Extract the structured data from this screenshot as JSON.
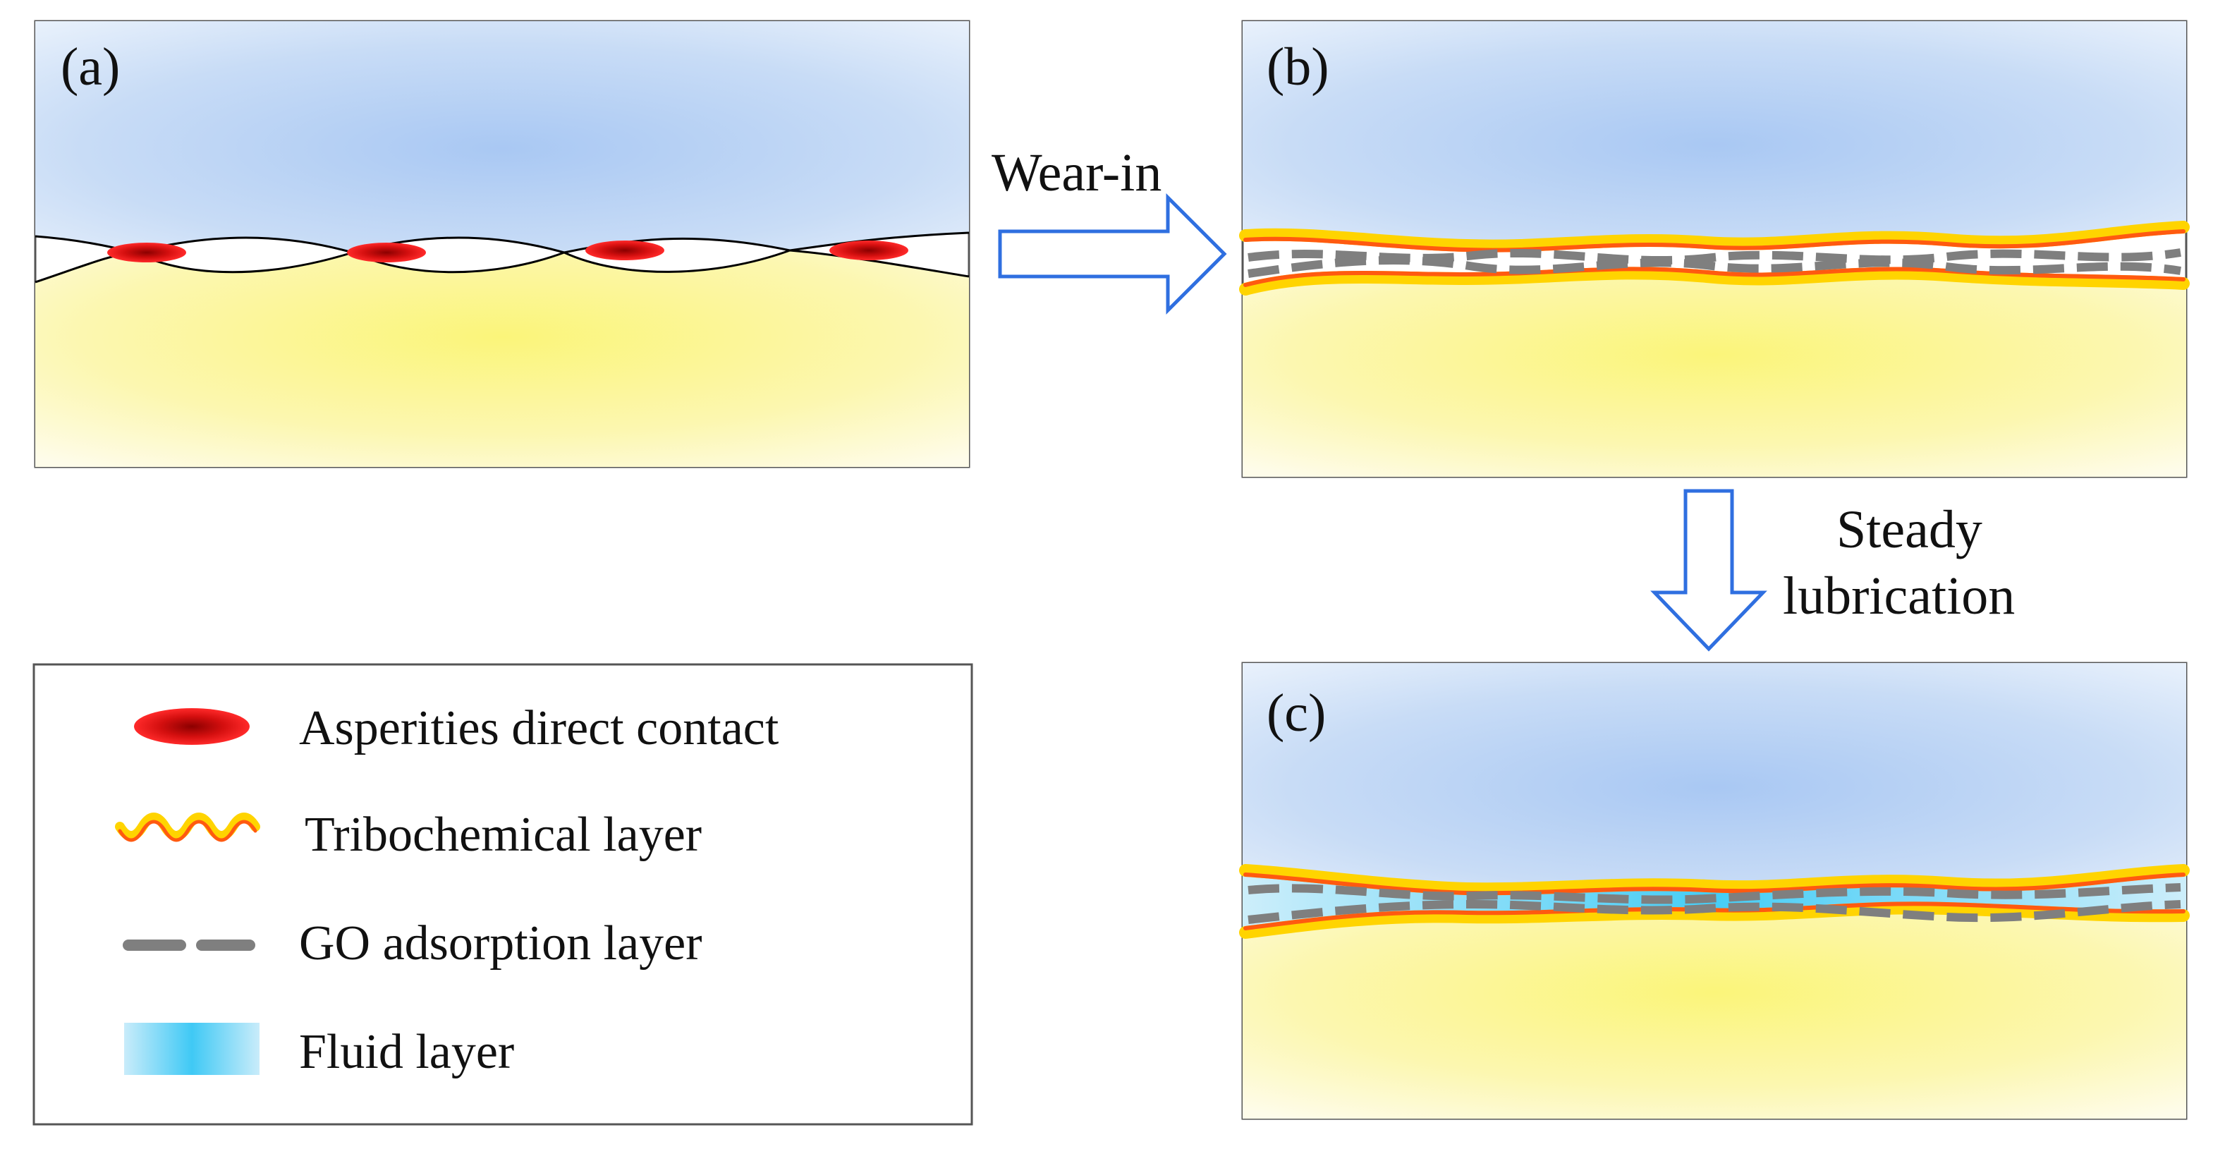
{
  "panels": {
    "a": {
      "label": "(a)"
    },
    "b": {
      "label": "(b)"
    },
    "c": {
      "label": "(c)"
    }
  },
  "steps": {
    "wear_in": "Wear-in",
    "steady_line1": "Steady",
    "steady_line2": "lubrication"
  },
  "legend": {
    "items": [
      {
        "label": "Asperities direct contact",
        "icon": "contact-ellipse-icon"
      },
      {
        "label": "Tribochemical layer",
        "icon": "tribochemical-wave-icon"
      },
      {
        "label": "GO adsorption layer",
        "icon": "dashed-line-icon"
      },
      {
        "label": "Fluid layer",
        "icon": "fluid-swatch-icon"
      }
    ]
  },
  "colors": {
    "upper_body": "#a9c8f3",
    "lower_body": "#fbf57a",
    "contact": "#e21010",
    "tribo_outer": "#ffd400",
    "tribo_inner": "#ff5a10",
    "go_layer": "#7f7f7f",
    "fluid": "#3fc9f5",
    "arrow": "#2f6fe0"
  }
}
